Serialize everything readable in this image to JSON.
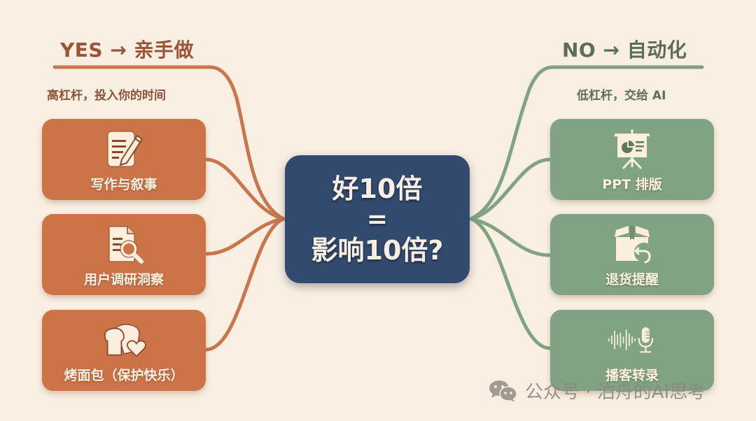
{
  "colors": {
    "background": "#f8efe2",
    "yes_accent": "#cd7348",
    "yes_text": "#9a5438",
    "no_accent": "#7fa383",
    "no_text": "#5c6e58",
    "center_bg": "#324a6e",
    "node_text": "#fbf1e2",
    "watermark": "#8d8880"
  },
  "left_branch": {
    "heading": "YES → 亲手做",
    "subheading": "高杠杆，投入你的时间",
    "nodes": [
      {
        "label": "写作与叙事",
        "icon": "document-pencil-icon"
      },
      {
        "label": "用户调研洞察",
        "icon": "document-search-icon"
      },
      {
        "label": "烤面包（保护快乐）",
        "icon": "bread-heart-icon"
      }
    ]
  },
  "right_branch": {
    "heading": "NO → 自动化",
    "subheading": "低杠杆，交给 AI",
    "nodes": [
      {
        "label": "PPT 排版",
        "icon": "presentation-chart-icon"
      },
      {
        "label": "退货提醒",
        "icon": "box-return-icon"
      },
      {
        "label": "播客转录",
        "icon": "soundwave-microphone-icon"
      }
    ]
  },
  "center": {
    "line1": "好10倍",
    "line2": "=",
    "line3": "影响10倍?"
  },
  "watermark": {
    "icon": "wechat-icon",
    "text": "公众号 · 泊舟的AI思考"
  }
}
